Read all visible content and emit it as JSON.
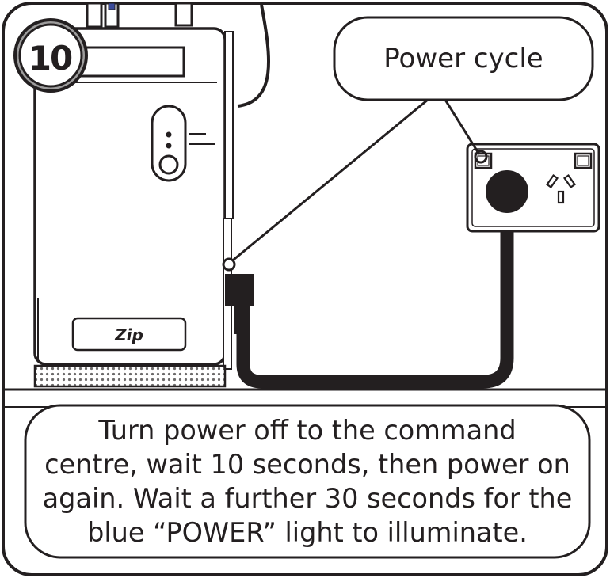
{
  "step": {
    "number": "10"
  },
  "callout": {
    "label": "Power cycle"
  },
  "device": {
    "brand": "Zip",
    "light_count": 2,
    "button_count": 1
  },
  "outlet": {
    "switch_count": 2
  },
  "instructions": {
    "lines": [
      "Turn power off to the command",
      "centre, wait 10 seconds, then power on",
      "again. Wait a further 30 seconds for the",
      "blue “POWER” light to illuminate."
    ]
  },
  "colors": {
    "ink": "#231f20",
    "badge_fill": "#9d9c9c",
    "background": "#ffffff",
    "grille_dot": "#6d6b6b"
  }
}
